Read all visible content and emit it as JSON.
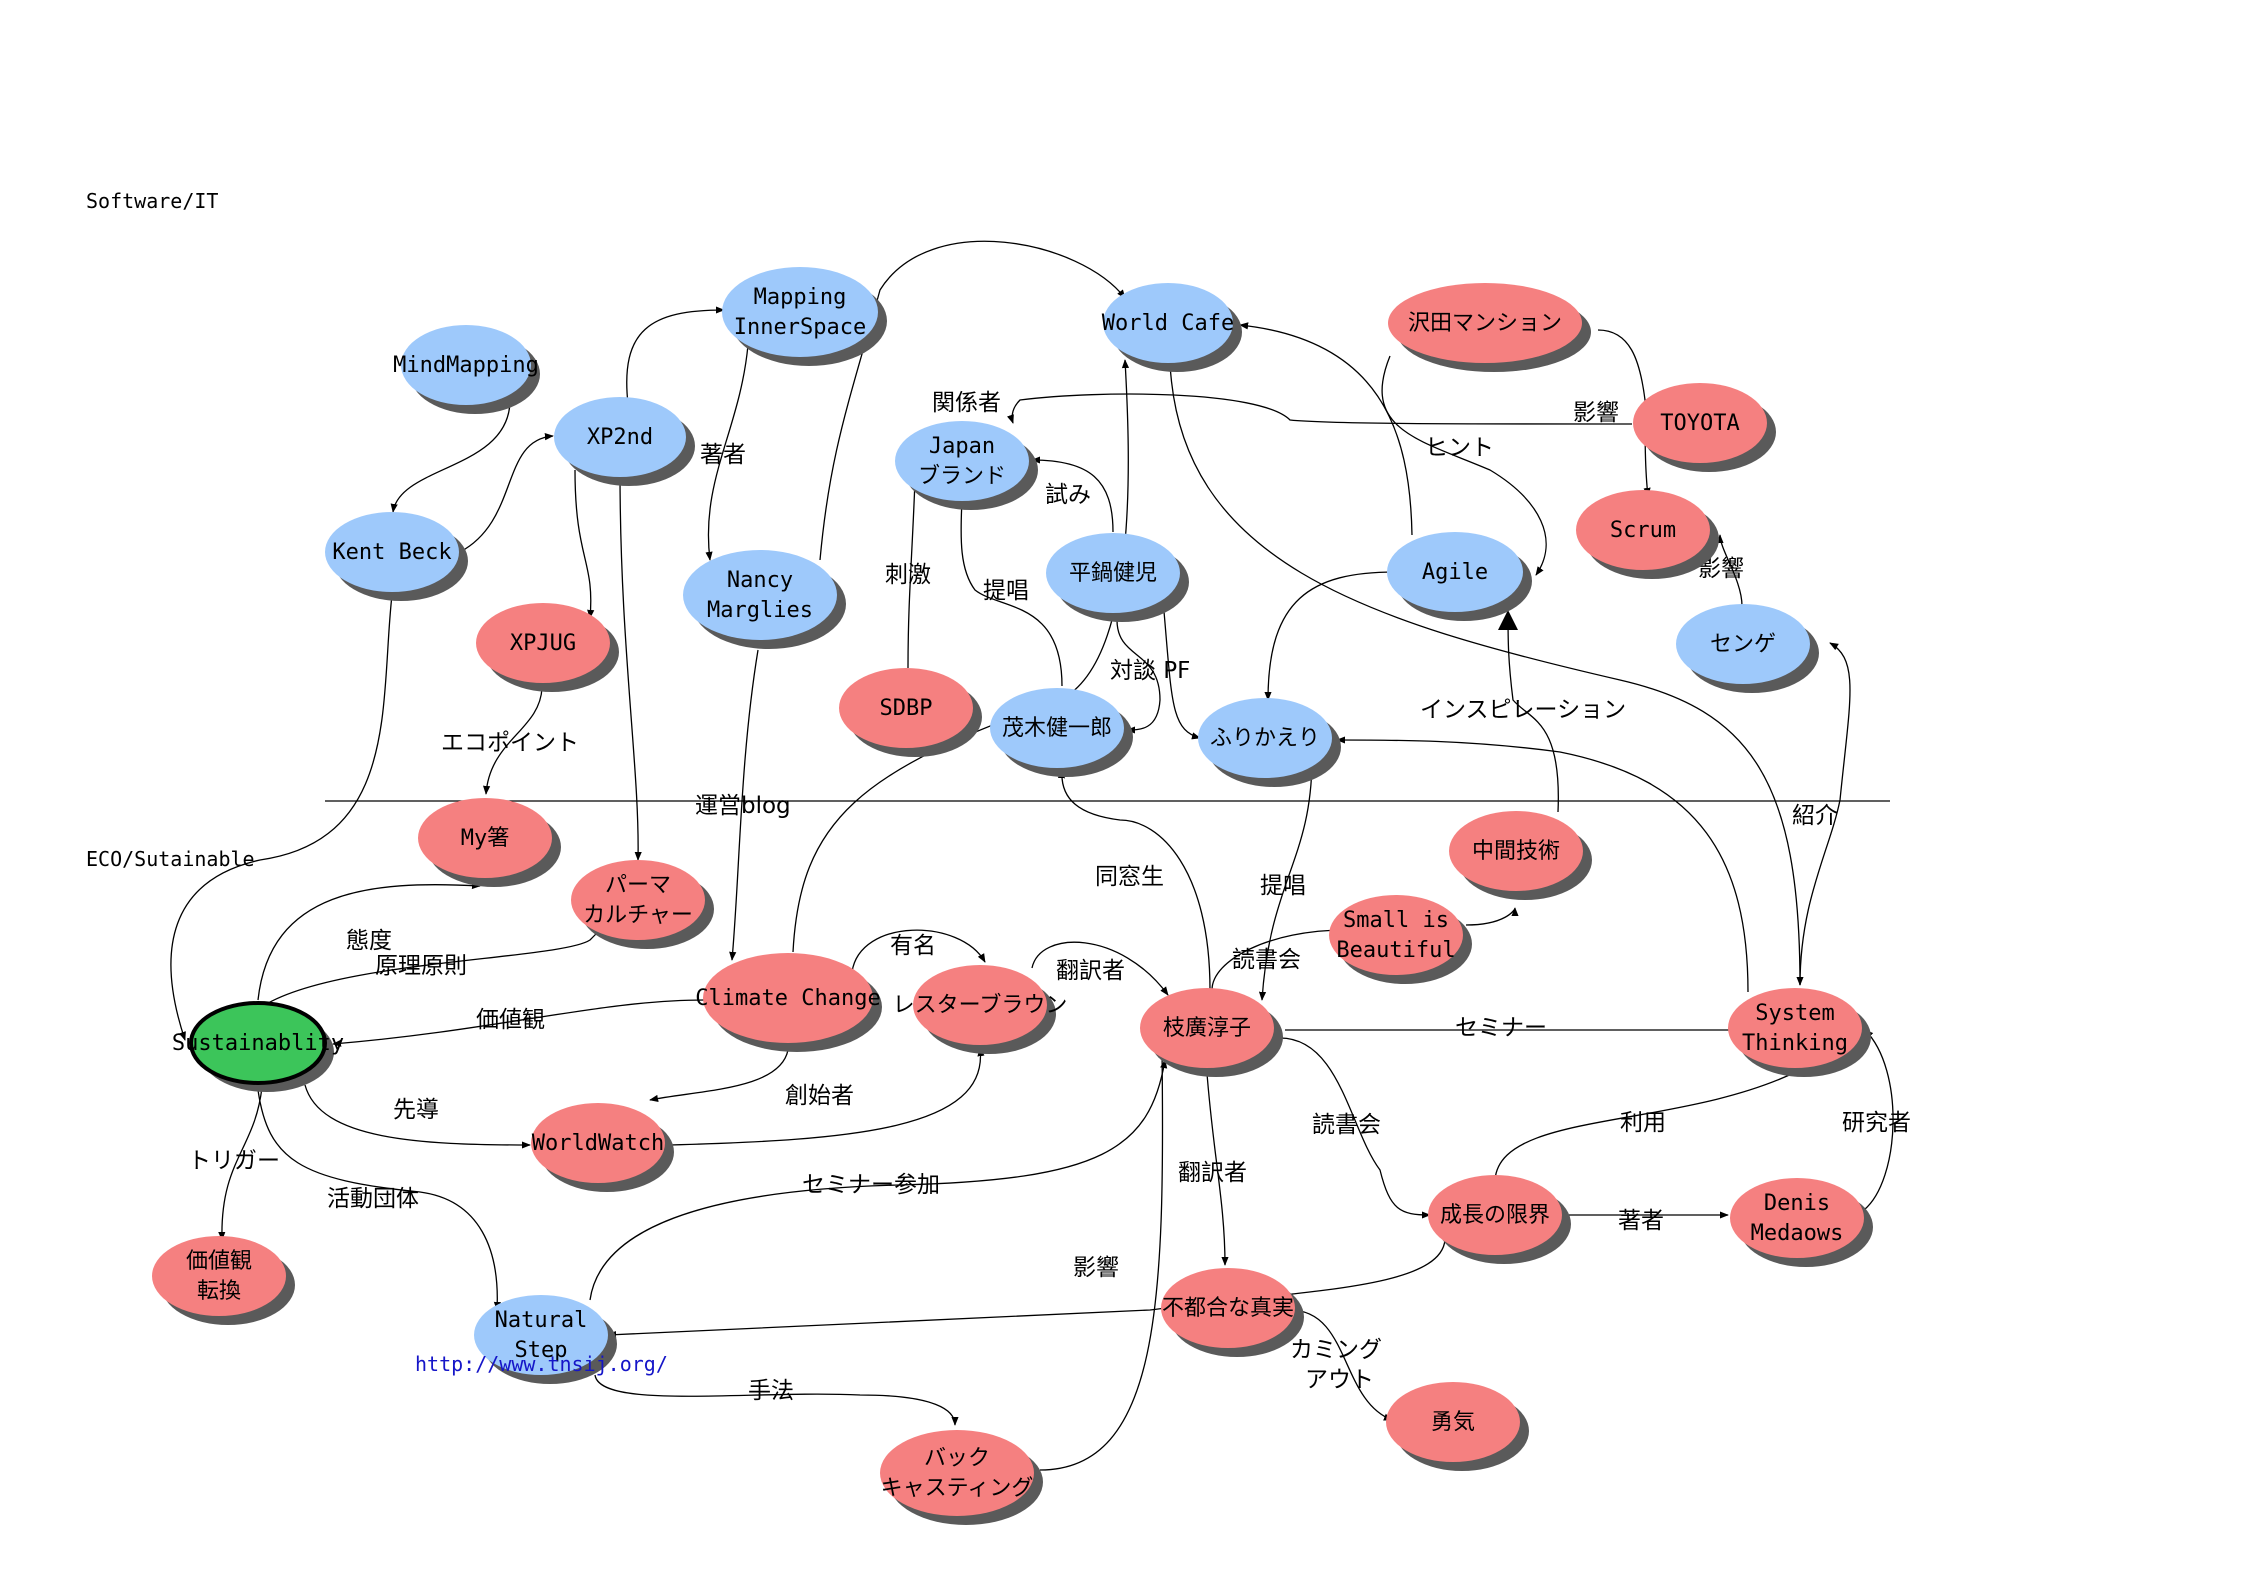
{
  "sections": {
    "software": "Software/IT",
    "eco": "ECO/Sutainable"
  },
  "colors": {
    "blue": "#9ec9fb",
    "red": "#f58080",
    "green": "#3cc55a",
    "shadow": "#5a5a5a",
    "link": "#1515c8"
  },
  "url_label": "http://www.tnsij.org/",
  "nodes": {
    "mindmapping": [
      "MindMapping"
    ],
    "kentbeck": [
      "Kent Beck"
    ],
    "xp2nd": [
      "XP2nd"
    ],
    "mapping": [
      "Mapping",
      "InnerSpace"
    ],
    "nancy": [
      "Nancy",
      "Marglies"
    ],
    "worldcafe": [
      "World Cafe"
    ],
    "japan": [
      "Japan",
      "ブランド"
    ],
    "hiranabe": [
      "平鍋健児"
    ],
    "mogi": [
      "茂木健一郎"
    ],
    "sdbp": [
      "SDBP"
    ],
    "xpjug": [
      "XPJUG"
    ],
    "agile": [
      "Agile"
    ],
    "furikaeri": [
      "ふりかえり"
    ],
    "sawada": [
      "沢田マンション"
    ],
    "toyota": [
      "TOYOTA"
    ],
    "scrum": [
      "Scrum"
    ],
    "senge": [
      "センゲ"
    ],
    "mybashi": [
      "My箸"
    ],
    "permaculture": [
      "パーマ",
      "カルチャー"
    ],
    "chuukan": [
      "中間技術"
    ],
    "small": [
      "Small is",
      "Beautiful"
    ],
    "sustain": [
      "Sustainablity"
    ],
    "climate": [
      "Climate Change"
    ],
    "brown": [
      "レスターブラウン"
    ],
    "edahiro": [
      "枝廣淳子"
    ],
    "system": [
      "System",
      "Thinking"
    ],
    "worldwatch": [
      "WorldWatch"
    ],
    "seicho": [
      "成長の限界"
    ],
    "denis": [
      "Denis",
      "Medaows"
    ],
    "kachikan": [
      "価値観",
      "転換"
    ],
    "natural": [
      "Natural",
      "Step"
    ],
    "futsugou": [
      "不都合な真実"
    ],
    "backcasting": [
      "バック",
      "キャスティング"
    ],
    "yuuki": [
      "勇気"
    ]
  },
  "edge_labels": {
    "chosha1": "著者",
    "kankeisha": "関係者",
    "tameshi": "試み",
    "shigeki": "刺激",
    "teisho1": "提唱",
    "taidan": "対談 PF",
    "hint": "ヒント",
    "eikyo1": "影響",
    "eikyo2": "影響",
    "inspiration": "インスピレーション",
    "ecopoint": "エコポイント",
    "unei": "運営blog",
    "shokai": "紹介",
    "dousousei": "同窓生",
    "teisho2": "提唱",
    "taido": "態度",
    "genri": "原理原則",
    "yuumei": "有名",
    "honyaku1": "翻訳者",
    "dokusho1": "読書会",
    "kachikan": "価値観",
    "seminar": "セミナー",
    "sendou": "先導",
    "soushisha": "創始者",
    "dokusho2": "読書会",
    "riyou": "利用",
    "kenkyu": "研究者",
    "trigger": "トリガー",
    "katsudou": "活動団体",
    "seminar_sanka": "セミナー参加",
    "honyaku2": "翻訳者",
    "chosha2": "著者",
    "eikyo3": "影響",
    "coming1": "カミング",
    "coming2": "アウト",
    "shuhou": "手法"
  }
}
